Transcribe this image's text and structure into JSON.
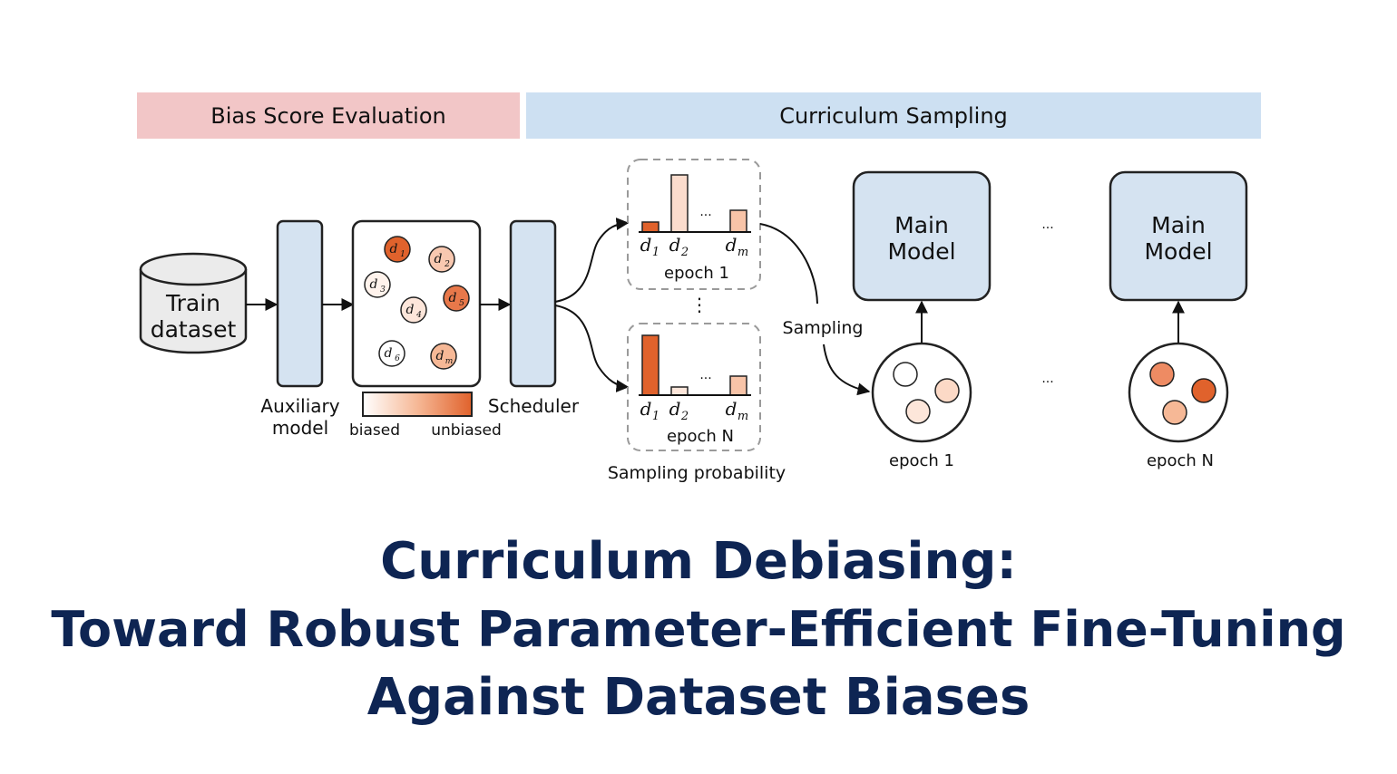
{
  "header": {
    "left_label": "Bias Score Evaluation",
    "right_label": "Curriculum Sampling",
    "left_color": "#f2c6c7",
    "right_color": "#cde0f2"
  },
  "diagram": {
    "dataset_label_line1": "Train",
    "dataset_label_line2": "dataset",
    "aux_label_line1": "Auxiliary",
    "aux_label_line2": "model",
    "scheduler_label": "Scheduler",
    "samples": [
      {
        "name": "d",
        "sub": "1",
        "level": 1.0
      },
      {
        "name": "d",
        "sub": "2",
        "level": 0.35
      },
      {
        "name": "d",
        "sub": "3",
        "level": 0.05
      },
      {
        "name": "d",
        "sub": "4",
        "level": 0.15
      },
      {
        "name": "d",
        "sub": "5",
        "level": 0.85
      },
      {
        "name": "d",
        "sub": "6",
        "level": 0.0
      },
      {
        "name": "d",
        "sub": "m",
        "level": 0.4
      }
    ],
    "colorbar_left": "biased",
    "colorbar_right": "unbiased",
    "colors": {
      "strong": "#e0622c",
      "mid": "#f4b79b",
      "light": "#fbdccd",
      "panel": "#d5e3f1",
      "title": "#0e2553"
    },
    "hist_epoch1": {
      "label": "epoch 1",
      "x_labels": [
        {
          "name": "d",
          "sub": "1"
        },
        {
          "name": "d",
          "sub": "2"
        },
        {
          "name": "d",
          "sub": "m"
        }
      ],
      "bar_levels": [
        0.2,
        1.0,
        0.38
      ]
    },
    "hist_epochN": {
      "label": "epoch N",
      "x_labels": [
        {
          "name": "d",
          "sub": "1"
        },
        {
          "name": "d",
          "sub": "2"
        },
        {
          "name": "d",
          "sub": "m"
        }
      ],
      "bar_levels": [
        1.0,
        0.15,
        0.33
      ]
    },
    "ellipsis": "...",
    "vdots": "⋮",
    "sampling_prob_label": "Sampling probability",
    "sampling_label": "Sampling",
    "main_model_line1": "Main",
    "main_model_line2": "Model",
    "epoch1_label": "epoch 1",
    "epochN_label": "epoch N"
  },
  "title": {
    "line1": "Curriculum Debiasing:",
    "line2": "Toward Robust Parameter-Efficient Fine-Tuning",
    "line3": "Against Dataset Biases"
  }
}
